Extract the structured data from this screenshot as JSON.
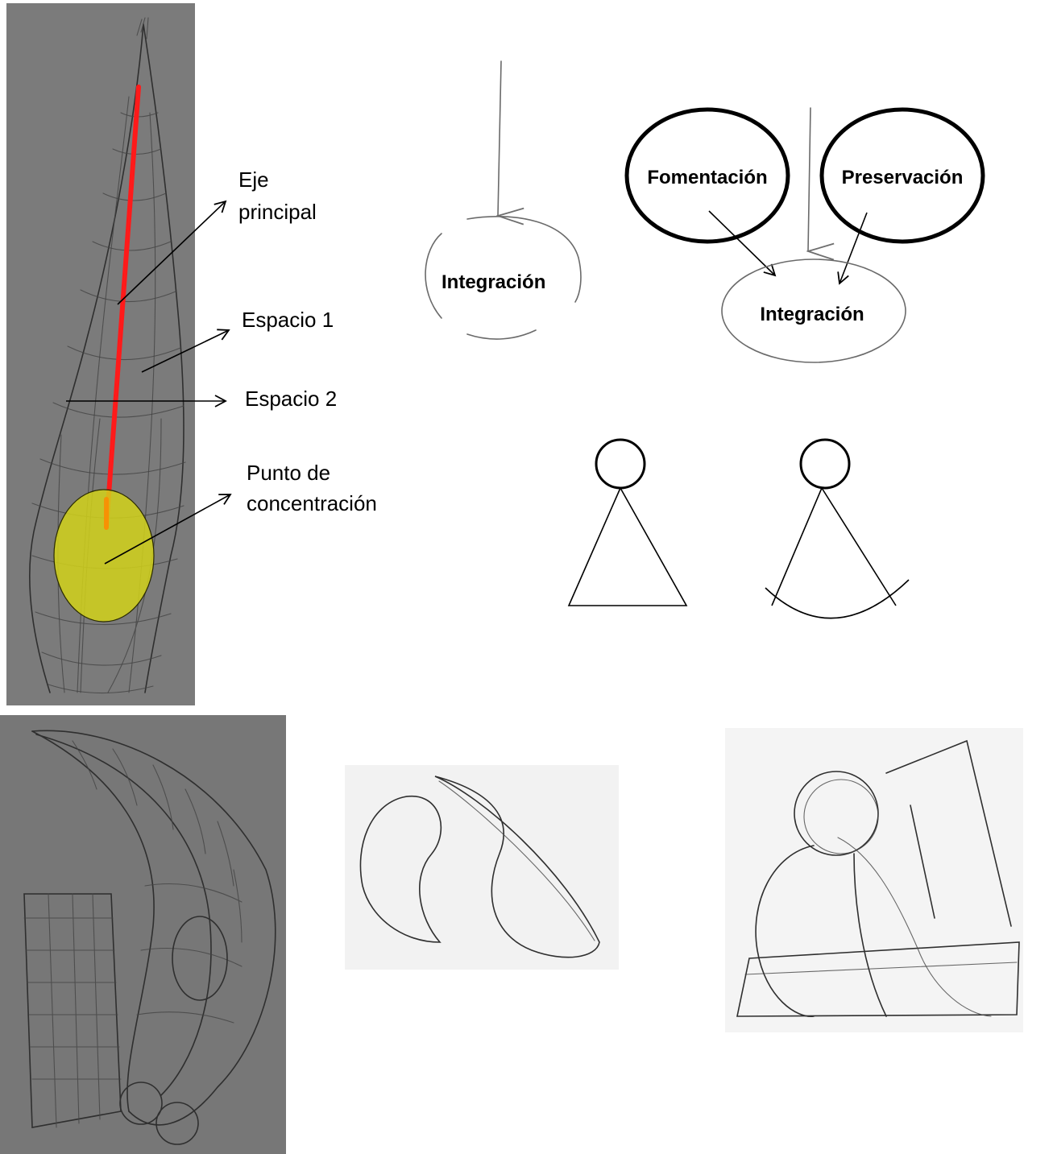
{
  "shell_sketch": {
    "annotations": [
      {
        "id": "eje",
        "lines": [
          "Eje",
          "principal"
        ]
      },
      {
        "id": "espacio1",
        "lines": [
          "Espacio 1"
        ]
      },
      {
        "id": "espacio2",
        "lines": [
          "Espacio 2"
        ]
      },
      {
        "id": "punto",
        "lines": [
          "Punto de",
          "concentración"
        ]
      }
    ],
    "colors": {
      "axis": "#ff1a1a",
      "focus": "#d2d21a",
      "photo_bg": "#7b7b7b"
    }
  },
  "diagram_single": {
    "label": "Integración"
  },
  "diagram_combined": {
    "left_circle": "Fomentación",
    "right_circle": "Preservación",
    "center_label": "Integración"
  },
  "figures": [
    {
      "id": "figure-triangle-base",
      "icon": "person-triangle-icon"
    },
    {
      "id": "figure-arc-base",
      "icon": "person-arc-icon"
    }
  ],
  "sketches": [
    {
      "id": "curved-horn-sketch",
      "background": "#777777"
    },
    {
      "id": "yin-curve-sketch",
      "background": "#f2f2f2"
    },
    {
      "id": "embrace-sketch",
      "background": "#f4f4f4"
    }
  ]
}
